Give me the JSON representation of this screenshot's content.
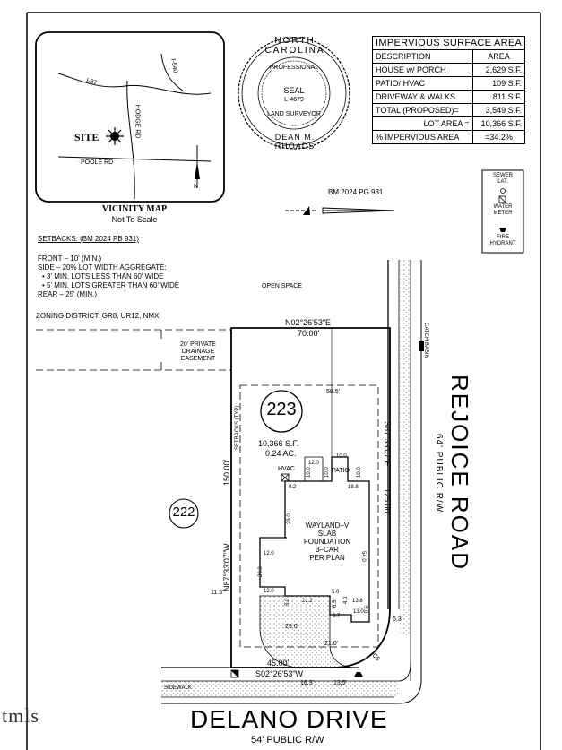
{
  "vicinity": {
    "title": "VICINITY MAP",
    "subtitle": "Not To Scale",
    "roads": [
      "I-87",
      "I-540",
      "HODGE RD",
      "POOLE RD"
    ],
    "site_label": "SITE"
  },
  "seal": {
    "top_text": "NORTH CAROLINA",
    "professional": "PROFESSIONAL",
    "seal_word": "SEAL",
    "license": "L-4679",
    "bottom_text": "LAND SURVEYOR",
    "name": "DEAN M. RHOADS"
  },
  "impervious": {
    "title": "IMPERVIOUS SURFACE AREA",
    "headers": [
      "DESCRIPTION",
      "AREA"
    ],
    "rows": [
      [
        "HOUSE w/ PORCH",
        "2,629 S.F."
      ],
      [
        "PATIO/ HVAC",
        "109 S.F."
      ],
      [
        "DRIVEWAY & WALKS",
        "811 S.F."
      ],
      [
        "TOTAL (PROPOSED)=",
        "3,549 S.F."
      ],
      [
        "LOT AREA =",
        "10,366 S.F."
      ],
      [
        "% IMPERVIOUS AREA",
        "=34.2%"
      ]
    ]
  },
  "legend": {
    "sewer": "SEWER",
    "lat": "LAT.",
    "water": "WATER",
    "meter": "METER",
    "fire": "FIRE",
    "hydrant": "HYDRANT"
  },
  "bm": "BM 2024 PG 931",
  "setbacks": {
    "title": "SETBACKS: (BM 2024 PB 931)",
    "lines": [
      "FRONT – 10' (MIN.)",
      "SIDE – 20% LOT WIDTH AGGREGATE:",
      "•  3' MIN. LOTS LESS THAN 60' WIDE",
      "•  5' MIN. LOTS GREATER THAN 60' WIDE",
      "REAR – 25' (MIN.)"
    ],
    "zoning": "ZONING DISTRICT: GR8, UR12, NMX"
  },
  "plan": {
    "open_space": "OPEN SPACE",
    "easement": [
      "20' PRIVATE",
      "DRAINAGE",
      "EASEMENT"
    ],
    "top_bearing": "N02°26'53\"E",
    "top_dist": "70.00'",
    "lot_number": "223",
    "adj_lot": "222",
    "lot_area_sf": "10,366 S.F.",
    "lot_area_ac": "0.24 AC.",
    "left_bearing": "N87°33'07\"W",
    "left_dist": "150.00'",
    "right_bearing": "S87°33'07\"E",
    "right_dist": "125.00'",
    "bottom_bearing": "S02°26'53\"W",
    "bottom_dist": "45.00'",
    "setbacks_typ": "SETBACKS (TYP)",
    "dist_58": "58.5'",
    "hvac": "HVAC",
    "patio": "PATIO",
    "house": [
      "WAYLAND–V",
      "SLAB",
      "FOUNDATION",
      "3–CAR",
      "PER PLAN"
    ],
    "dims": {
      "d10a": "10.0",
      "d12a": "12.0",
      "d10b": "10.0",
      "d10c": "10.0",
      "d10d": "10.0",
      "d92": "9.2",
      "d188": "18.8",
      "d290": "29.0",
      "d540": "54.0",
      "d120a": "12.0",
      "d200": "20.0",
      "d120b": "12.0",
      "d50a": "5.0",
      "d212": "21.2",
      "d50b": "5.0",
      "d65": "6.5",
      "d40": "4.0",
      "d138": "13.8",
      "d67": "6.7",
      "d130": "13.0",
      "d50c": "5.0",
      "d115": "11.5'",
      "d290b": "29.0'",
      "d210": "21.0'",
      "d63": "6.3'",
      "d163": "16.3'",
      "d135": "13.5'",
      "c5": "C5"
    },
    "catch_basin": "CATCH BASIN",
    "sidewalk": "SIDEWALK"
  },
  "roads": {
    "rejoice": "REJOICE ROAD",
    "rejoice_rw": "64' PUBLIC R/W",
    "delano": "DELANO DRIVE",
    "delano_rw": "54' PUBLIC R/W"
  },
  "watermark": "tmls"
}
